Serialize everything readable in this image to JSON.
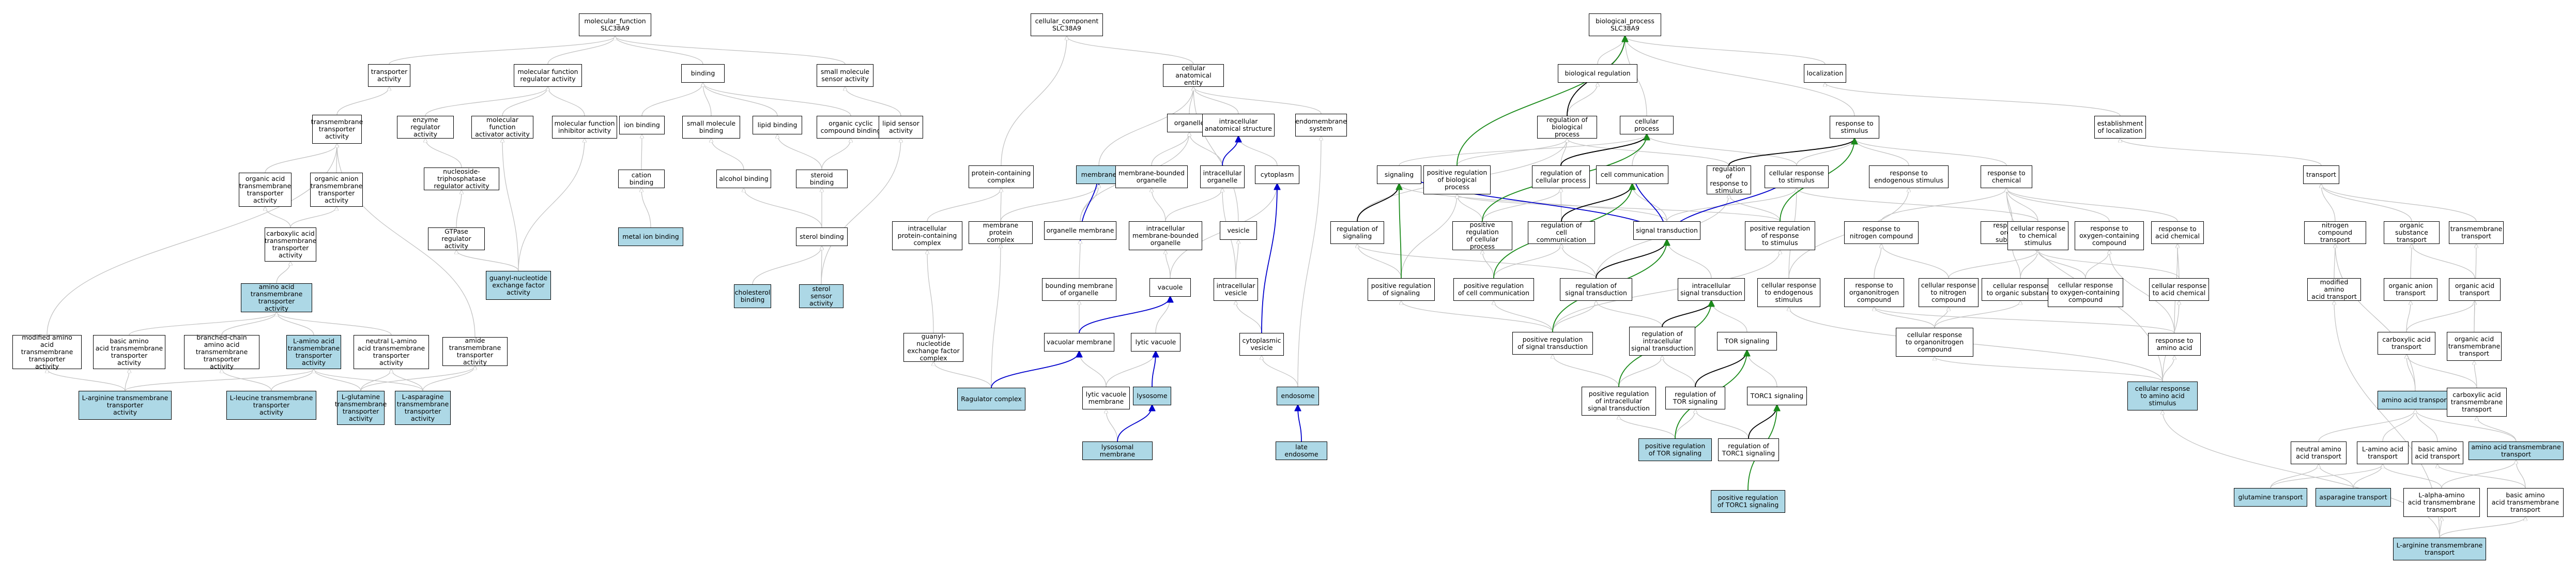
{
  "colors": {
    "highlight": "#add8e6",
    "edge_default": "#c0c0c0",
    "edge_black": "#000000",
    "edge_blue": "#0000cc",
    "edge_green": "#1a8a1a"
  },
  "nodes": [
    {
      "id": "mf",
      "label": "molecular_function\nSLC38A9"
    },
    {
      "id": "transporter",
      "label": "transporter\nactivity"
    },
    {
      "id": "mfra",
      "label": "molecular function\nregulator activity"
    },
    {
      "id": "binding",
      "label": "binding"
    },
    {
      "id": "smsa",
      "label": "small molecule\nsensor activity"
    },
    {
      "id": "tmta",
      "label": "transmembrane\ntransporter\nactivity"
    },
    {
      "id": "enzreg",
      "label": "enzyme regulator\nactivity"
    },
    {
      "id": "mfact",
      "label": "molecular function\nactivator activity"
    },
    {
      "id": "mfinh",
      "label": "molecular function\ninhibitor activity"
    },
    {
      "id": "ionb",
      "label": "ion binding"
    },
    {
      "id": "smb",
      "label": "small molecule\nbinding"
    },
    {
      "id": "lipidb",
      "label": "lipid binding"
    },
    {
      "id": "occb",
      "label": "organic cyclic\ncompound binding"
    },
    {
      "id": "lsa",
      "label": "lipid sensor\nactivity"
    },
    {
      "id": "oatt",
      "label": "organic acid\ntransmembrane\ntransporter\nactivity"
    },
    {
      "id": "oant",
      "label": "organic anion\ntransmembrane\ntransporter\nactivity"
    },
    {
      "id": "ntpreg",
      "label": "nucleoside-triphosphatase\nregulator activity"
    },
    {
      "id": "cationb",
      "label": "cation binding"
    },
    {
      "id": "alcb",
      "label": "alcohol binding"
    },
    {
      "id": "sterolb",
      "label": "steroid binding"
    },
    {
      "id": "cartt",
      "label": "carboxylic acid\ntransmembrane\ntransporter\nactivity"
    },
    {
      "id": "gtpreg",
      "label": "GTPase regulator\nactivity"
    },
    {
      "id": "metalb",
      "label": "metal ion binding"
    },
    {
      "id": "sterolbind",
      "label": "sterol binding"
    },
    {
      "id": "gnef",
      "label": "guanyl-nucleotide\nexchange factor\nactivity"
    },
    {
      "id": "aatt",
      "label": "amino acid transmembrane\ntransporter\nactivity"
    },
    {
      "id": "cholb",
      "label": "cholesterol\nbinding"
    },
    {
      "id": "sterolsa",
      "label": "sterol sensor\nactivity"
    },
    {
      "id": "modaa",
      "label": "modified amino\nacid transmembrane\ntransporter\nactivity"
    },
    {
      "id": "basicaa",
      "label": "basic amino\nacid transmembrane\ntransporter\nactivity"
    },
    {
      "id": "bcaa",
      "label": "branched-chain\namino acid transmembrane\ntransporter\nactivity"
    },
    {
      "id": "laatt",
      "label": "L-amino acid\ntransmembrane\ntransporter\nactivity"
    },
    {
      "id": "neutaa",
      "label": "neutral L-amino\nacid transmembrane\ntransporter\nactivity"
    },
    {
      "id": "amidett",
      "label": "amide transmembrane\ntransporter\nactivity"
    },
    {
      "id": "largtt",
      "label": "L-arginine transmembrane\ntransporter\nactivity"
    },
    {
      "id": "lleutt",
      "label": "L-leucine transmembrane\ntransporter\nactivity"
    },
    {
      "id": "lglntt",
      "label": "L-glutamine\ntransmembrane\ntransporter\nactivity"
    },
    {
      "id": "lasntt",
      "label": "L-asparagine\ntransmembrane\ntransporter\nactivity"
    },
    {
      "id": "cc",
      "label": "cellular_component\nSLC38A9"
    },
    {
      "id": "cae",
      "label": "cellular anatomical\nentity"
    },
    {
      "id": "organelle",
      "label": "organelle"
    },
    {
      "id": "ias",
      "label": "intracellular\nanatomical structure"
    },
    {
      "id": "endosys",
      "label": "endomembrane\nsystem"
    },
    {
      "id": "membrane",
      "label": "membrane"
    },
    {
      "id": "mbo",
      "label": "membrane-bounded\norganelle"
    },
    {
      "id": "intorg",
      "label": "intracellular\norganelle"
    },
    {
      "id": "cytoplasm",
      "label": "cytoplasm"
    },
    {
      "id": "pcc",
      "label": "protein-containing\ncomplex"
    },
    {
      "id": "mpc",
      "label": "membrane protein\ncomplex"
    },
    {
      "id": "orgmem",
      "label": "organelle membrane"
    },
    {
      "id": "imbo",
      "label": "intracellular\nmembrane-bounded\norganelle"
    },
    {
      "id": "vesicle",
      "label": "vesicle"
    },
    {
      "id": "ipcc",
      "label": "intracellular\nprotein-containing\ncomplex"
    },
    {
      "id": "bmo",
      "label": "bounding membrane\nof organelle"
    },
    {
      "id": "vacuole",
      "label": "vacuole"
    },
    {
      "id": "intves",
      "label": "intracellular\nvesicle"
    },
    {
      "id": "gnefc",
      "label": "guanyl-nucleotide\nexchange factor\ncomplex"
    },
    {
      "id": "vacmem",
      "label": "vacuolar membrane"
    },
    {
      "id": "lytvac",
      "label": "lytic vacuole"
    },
    {
      "id": "cytves",
      "label": "cytoplasmic\nvesicle"
    },
    {
      "id": "ragc",
      "label": "Ragulator complex"
    },
    {
      "id": "lytvacmem",
      "label": "lytic vacuole\nmembrane"
    },
    {
      "id": "lysosome",
      "label": "lysosome"
    },
    {
      "id": "endosome",
      "label": "endosome"
    },
    {
      "id": "lysmem",
      "label": "lysosomal membrane"
    },
    {
      "id": "lateendo",
      "label": "late endosome"
    },
    {
      "id": "bp",
      "label": "biological_process\nSLC38A9"
    },
    {
      "id": "bioreg",
      "label": "biological regulation"
    },
    {
      "id": "localization",
      "label": "localization"
    },
    {
      "id": "regbp",
      "label": "regulation of\nbiological process"
    },
    {
      "id": "cellproc",
      "label": "cellular process"
    },
    {
      "id": "rts",
      "label": "response to\nstimulus"
    },
    {
      "id": "estloc",
      "label": "establishment\nof localization"
    },
    {
      "id": "signaling",
      "label": "signaling"
    },
    {
      "id": "posregbp",
      "label": "positive regulation\nof biological\nprocess"
    },
    {
      "id": "regcp",
      "label": "regulation of\ncellular process"
    },
    {
      "id": "cellcomm",
      "label": "cell communication"
    },
    {
      "id": "regrts",
      "label": "regulation of\nresponse to\nstimulus"
    },
    {
      "id": "cellrts",
      "label": "cellular response\nto stimulus"
    },
    {
      "id": "rtes",
      "label": "response to\nendogenous stimulus"
    },
    {
      "id": "rtchem",
      "label": "response to\nchemical"
    },
    {
      "id": "transport",
      "label": "transport"
    },
    {
      "id": "regsig",
      "label": "regulation of\nsignaling"
    },
    {
      "id": "posregcp",
      "label": "positive regulation\nof cellular\nprocess"
    },
    {
      "id": "regcc",
      "label": "regulation of\ncell communication"
    },
    {
      "id": "sigtrans",
      "label": "signal transduction"
    },
    {
      "id": "posregrts",
      "label": "positive regulation\nof response\nto stimulus"
    },
    {
      "id": "rtnc",
      "label": "response to\nnitrogen compound"
    },
    {
      "id": "rtos",
      "label": "response to\norganic substance"
    },
    {
      "id": "crtcs",
      "label": "cellular response\nto chemical\nstimulus"
    },
    {
      "id": "rtocc",
      "label": "response to\noxygen-containing\ncompound"
    },
    {
      "id": "rtacid",
      "label": "response to\nacid chemical"
    },
    {
      "id": "nctrans",
      "label": "nitrogen compound\ntransport"
    },
    {
      "id": "ostrans",
      "label": "organic substance\ntransport"
    },
    {
      "id": "tmtrans",
      "label": "transmembrane\ntransport"
    },
    {
      "id": "possig",
      "label": "positive regulation\nof signaling"
    },
    {
      "id": "posregcc",
      "label": "positive regulation\nof cell communication"
    },
    {
      "id": "regst",
      "label": "regulation of\nsignal transduction"
    },
    {
      "id": "intst",
      "label": "intracellular\nsignal transduction"
    },
    {
      "id": "crtes",
      "label": "cellular response\nto endogenous\nstimulus"
    },
    {
      "id": "rtoncmp",
      "label": "response to\norganonitrogen\ncompound"
    },
    {
      "id": "crtnc",
      "label": "cellular response\nto nitrogen\ncompound"
    },
    {
      "id": "crtos",
      "label": "cellular response\nto organic substance"
    },
    {
      "id": "crtocc",
      "label": "cellular response\nto oxygen-containing\ncompound"
    },
    {
      "id": "crtacid",
      "label": "cellular response\nto acid chemical"
    },
    {
      "id": "modaatr",
      "label": "modified amino\nacid transport"
    },
    {
      "id": "oantr",
      "label": "organic anion\ntransport"
    },
    {
      "id": "oatr",
      "label": "organic acid\ntransport"
    },
    {
      "id": "posst",
      "label": "positive regulation\nof signal transduction"
    },
    {
      "id": "regist",
      "label": "regulation of\nintracellular\nsignal transduction"
    },
    {
      "id": "torsig",
      "label": "TOR signaling"
    },
    {
      "id": "crtonc",
      "label": "cellular response\nto organonitrogen\ncompound"
    },
    {
      "id": "rtaa",
      "label": "response to\namino acid"
    },
    {
      "id": "catr",
      "label": "carboxylic acid\ntransport"
    },
    {
      "id": "oatmt",
      "label": "organic acid\ntransmembrane\ntransport"
    },
    {
      "id": "posist",
      "label": "positive regulation\nof intracellular\nsignal transduction"
    },
    {
      "id": "regtor",
      "label": "regulation of\nTOR signaling"
    },
    {
      "id": "torc1",
      "label": "TORC1 signaling"
    },
    {
      "id": "crtaa",
      "label": "cellular response\nto amino acid\nstimulus"
    },
    {
      "id": "aatr",
      "label": "amino acid transport"
    },
    {
      "id": "catmt",
      "label": "carboxylic acid\ntransmembrane\ntransport"
    },
    {
      "id": "postor",
      "label": "positive regulation\nof TOR signaling"
    },
    {
      "id": "regtorc1",
      "label": "regulation of\nTORC1 signaling"
    },
    {
      "id": "neutaatr",
      "label": "neutral amino\nacid transport"
    },
    {
      "id": "laatr",
      "label": "L-amino acid\ntransport"
    },
    {
      "id": "basicaatr",
      "label": "basic amino\nacid transport"
    },
    {
      "id": "aatmt",
      "label": "amino acid transmembrane\ntransport"
    },
    {
      "id": "postorc1",
      "label": "positive regulation\nof TORC1 signaling"
    },
    {
      "id": "glntr",
      "label": "glutamine transport"
    },
    {
      "id": "asntr",
      "label": "asparagine transport"
    },
    {
      "id": "laatmt",
      "label": "L-alpha-amino\nacid transmembrane\ntransport"
    },
    {
      "id": "basicaatmt",
      "label": "basic amino\nacid transmembrane\ntransport"
    },
    {
      "id": "largtmt",
      "label": "L-arginine transmembrane\ntransport"
    }
  ]
}
